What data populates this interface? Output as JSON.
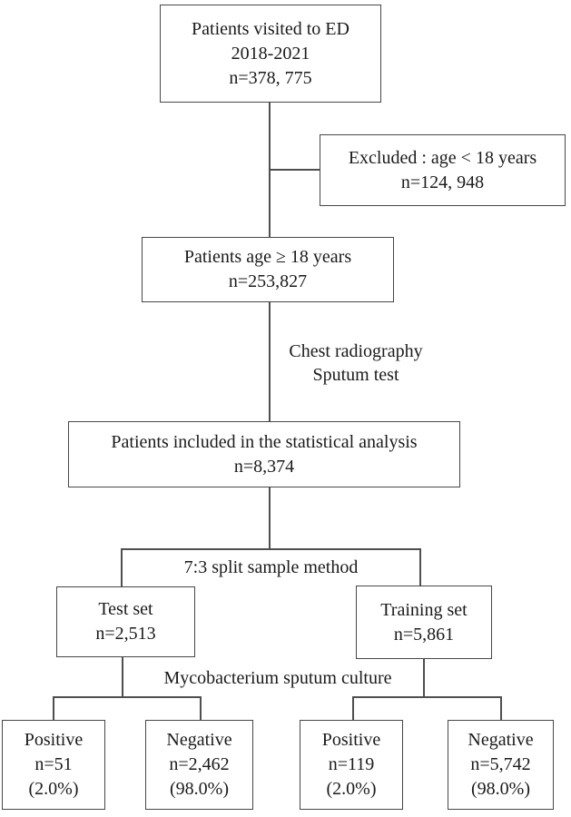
{
  "flowchart": {
    "boxes": {
      "ed": {
        "lines": [
          "Patients visited to ED",
          "2018-2021",
          "n=378, 775"
        ]
      },
      "excluded": {
        "lines": [
          "Excluded : age < 18 years",
          "n=124, 948"
        ]
      },
      "adults": {
        "lines": [
          "Patients age ≥ 18 years",
          "n=253,827"
        ]
      },
      "included": {
        "lines": [
          "Patients included in the statistical analysis",
          "n=8,374"
        ]
      },
      "test_set": {
        "lines": [
          "Test set",
          "n=2,513"
        ]
      },
      "training_set": {
        "lines": [
          "Training set",
          "n=5,861"
        ]
      },
      "test_positive": {
        "lines": [
          "Positive",
          "n=51",
          "(2.0%)"
        ]
      },
      "test_negative": {
        "lines": [
          "Negative",
          "n=2,462",
          "(98.0%)"
        ]
      },
      "training_positive": {
        "lines": [
          "Positive",
          "n=119",
          "(2.0%)"
        ]
      },
      "training_negative": {
        "lines": [
          "Negative",
          "n=5,742",
          "(98.0%)"
        ]
      }
    },
    "labels": {
      "procedures": {
        "lines": [
          "Chest radiography",
          "Sputum test"
        ]
      },
      "split_method": "7:3 split sample method",
      "culture": "Mycobacterium sputum culture"
    },
    "colors": {
      "background": "#ffffff",
      "box_border": "#474747",
      "connector": "#4f4f4f",
      "text": "#1b1b1b"
    }
  }
}
